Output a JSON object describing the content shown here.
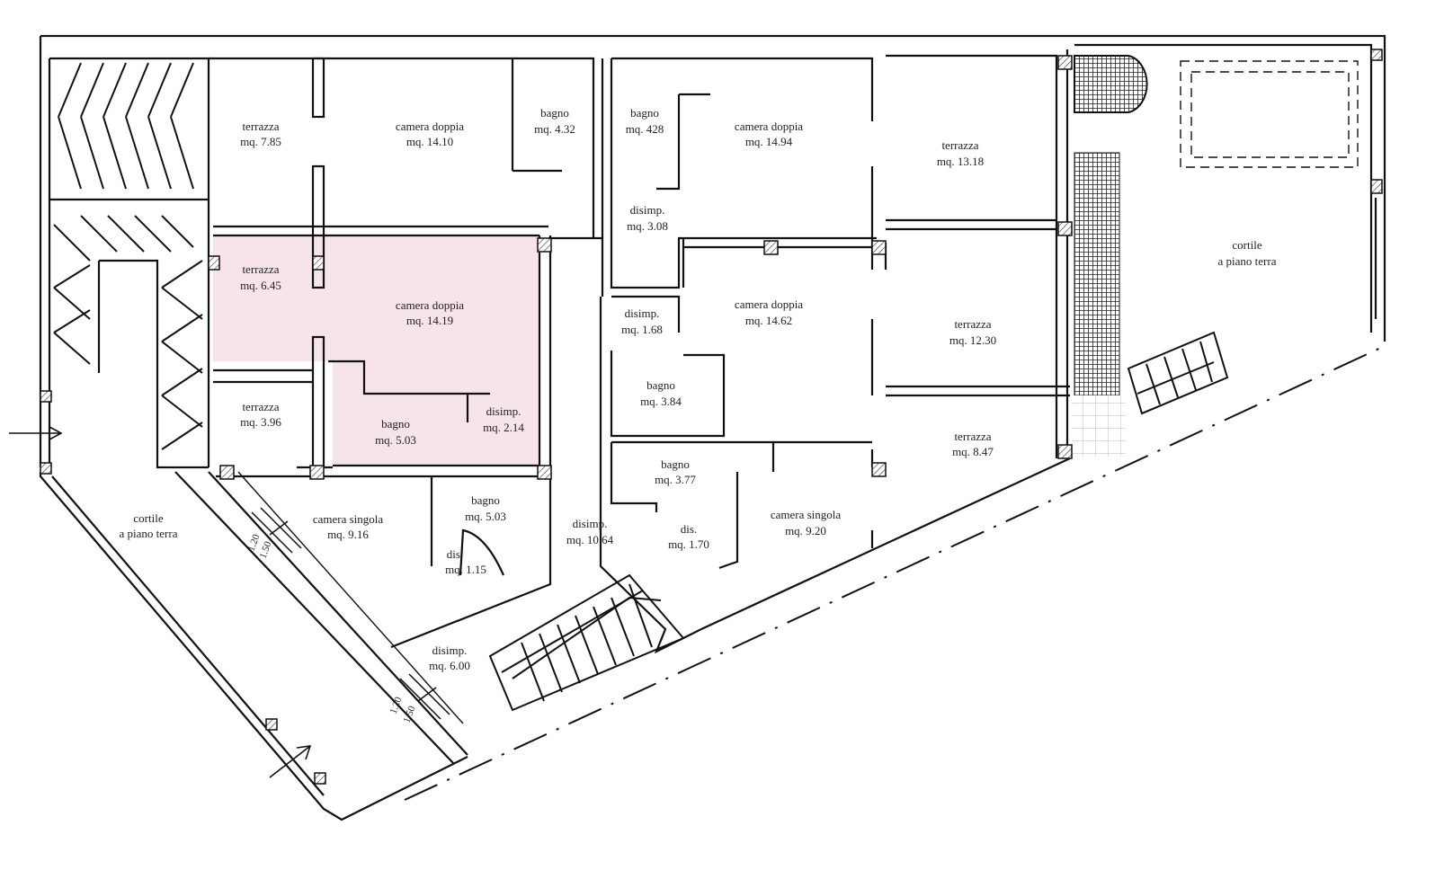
{
  "colors": {
    "highlight": "#f6e4ea",
    "walls": "#111111"
  },
  "rooms": [
    {
      "name": "terrazza",
      "area": "mq. 7.85"
    },
    {
      "name": "camera doppia",
      "area": "mq. 14.10"
    },
    {
      "name": "bagno",
      "area": "mq. 4.32"
    },
    {
      "name": "bagno",
      "area": "mq. 428"
    },
    {
      "name": "camera doppia",
      "area": "mq. 14.94"
    },
    {
      "name": "terrazza",
      "area": "mq. 13.18"
    },
    {
      "name": "disimp.",
      "area": "mq. 3.08"
    },
    {
      "name": "terrazza",
      "area": "mq. 6.45"
    },
    {
      "name": "camera doppia",
      "area": "mq. 14.19"
    },
    {
      "name": "disimp.",
      "area": "mq. 1.68"
    },
    {
      "name": "camera doppia",
      "area": "mq. 14.62"
    },
    {
      "name": "terrazza",
      "area": "mq. 12.30"
    },
    {
      "name": "bagno",
      "area": "mq. 3.84"
    },
    {
      "name": "terrazza",
      "area": "mq. 3.96"
    },
    {
      "name": "bagno",
      "area": "mq. 5.03"
    },
    {
      "name": "disimp.",
      "area": "mq. 2.14"
    },
    {
      "name": "terrazza",
      "area": "mq. 8.47"
    },
    {
      "name": "bagno",
      "area": "mq. 3.77"
    },
    {
      "name": "camera singola",
      "area": "mq. 9.16"
    },
    {
      "name": "bagno",
      "area": "mq. 5.03"
    },
    {
      "name": "dis.",
      "area": "mq. 1.15"
    },
    {
      "name": "disimp.",
      "area": "mq. 10.64"
    },
    {
      "name": "dis.",
      "area": "mq. 1.70"
    },
    {
      "name": "camera singola",
      "area": "mq. 9.20"
    },
    {
      "name": "disimp.",
      "area": "mq. 6.00"
    },
    {
      "name": "cortile",
      "area": "a piano terra"
    },
    {
      "name": "cortile",
      "area": "a piano terra"
    }
  ],
  "dimensions": [
    "1.20",
    "1.50",
    "1.20",
    "1.50"
  ]
}
